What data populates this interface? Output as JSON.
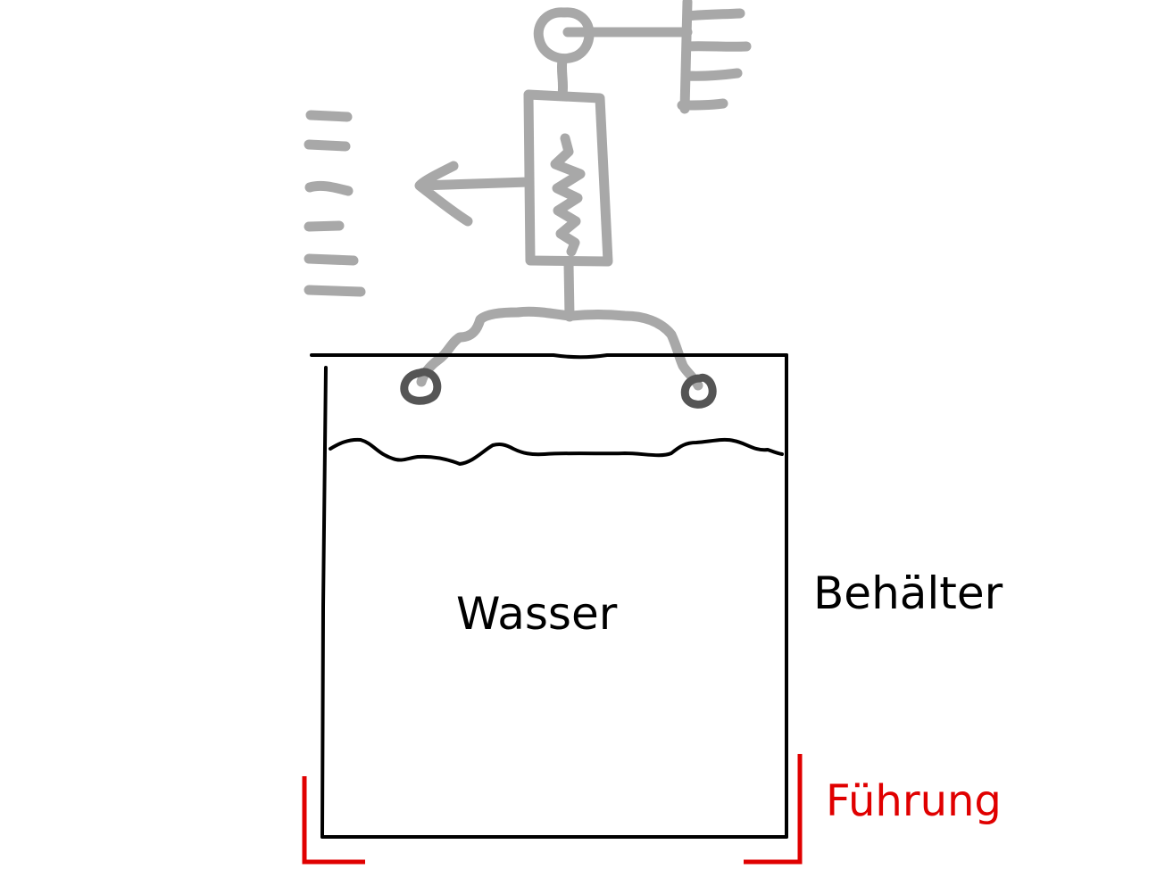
{
  "labels": {
    "water": "Wasser",
    "container": "Behälter",
    "guide": "Führung"
  },
  "colors": {
    "ink": "#000000",
    "sketch": "#a8a8a8",
    "hooks": "#555555",
    "guide": "#e00000"
  }
}
